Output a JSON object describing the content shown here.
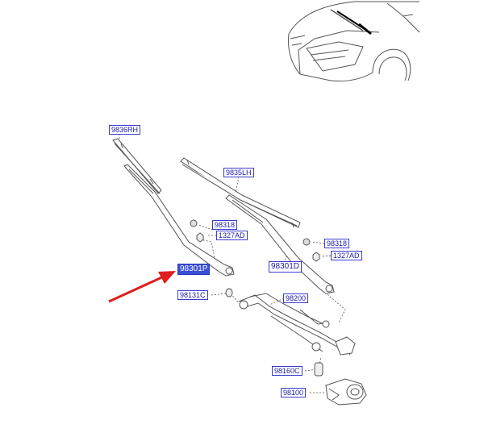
{
  "diagram": {
    "labels": {
      "l_9836rh": "9836RH",
      "l_9835lh": "9835LH",
      "l_98318_a": "98318",
      "l_1327ad_a": "1327AD",
      "l_98301p": "98301P",
      "l_98301d": "98301D",
      "l_98318_b": "98318",
      "l_1327ad_b": "1327AD",
      "l_98131c": "98131C",
      "l_98200": "98200",
      "l_98160c": "98160C",
      "l_98100": "98100"
    },
    "selected_part": "98301P",
    "colors": {
      "label_text": "#1a1aa6",
      "label_border": "#3a3ad0",
      "selected_fill": "#3b4fd6",
      "pointer_arrow": "#e01e1e",
      "line_art": "#555555"
    },
    "icons": [
      "car-thumbnail-icon",
      "pointer-arrow-icon"
    ]
  }
}
